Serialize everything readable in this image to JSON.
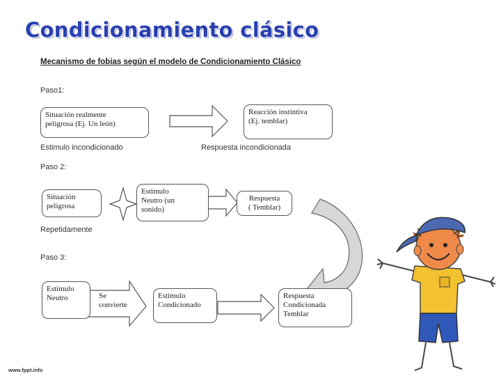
{
  "slide": {
    "title": "Condicionamiento clásico",
    "footer": "www.fppt.info"
  },
  "diagram": {
    "heading": "Mecanismo de fobias según el modelo de Condicionamiento Clásico",
    "step1": {
      "label": "Paso1:",
      "box_left": "Situación realmente\npeligrosa (Ej. Un león)",
      "box_right": "Reacción instintiva\n(Ej. temblar)",
      "caption_left": "Estimulo incondicionado",
      "caption_right": "Respuesta incondicionada"
    },
    "step2": {
      "label": "Paso 2:",
      "box_situation": "Situación\npeligrosa",
      "box_stimulus": "Estimulo\nNeutro (un\nsonido)",
      "box_response": "Respuesta\n( Temblar)",
      "caption": "Repetidamente"
    },
    "step3": {
      "label": "Paso 3:",
      "box_neutral": "Estimulo\nNeutro",
      "arrow_text": "Se\nconvierte",
      "box_conditioned": "Estimulo\nCondicionado",
      "box_response": "Respuesta\nCondicionada\nTemblar"
    }
  },
  "colors": {
    "title": "#2a3fb0",
    "shirt": "#f2c230",
    "pants": "#2f58b8",
    "cap": "#4b68b0",
    "face": "#f08a4a"
  }
}
